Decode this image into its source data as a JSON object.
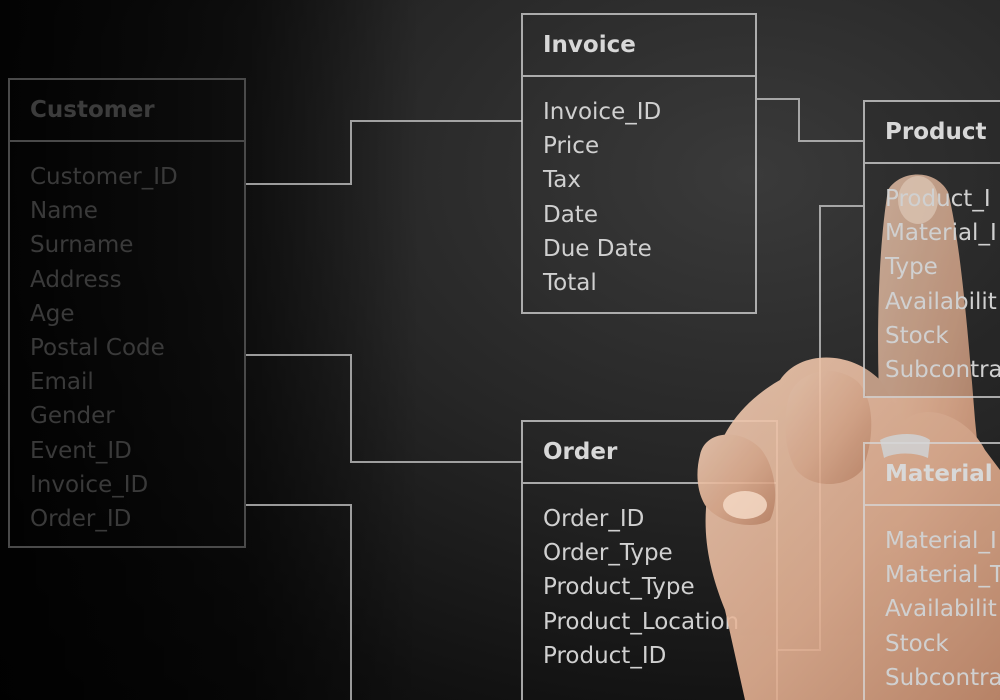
{
  "tables": {
    "customer": {
      "title": "Customer",
      "fields": [
        "Customer_ID",
        "Name",
        "Surname",
        "Address",
        "Age",
        "Postal Code",
        "Email",
        "Gender",
        "Event_ID",
        "Invoice_ID",
        "Order_ID"
      ]
    },
    "invoice": {
      "title": "Invoice",
      "fields": [
        "Invoice_ID",
        "Price",
        "Tax",
        "Date",
        "Due Date",
        "Total"
      ]
    },
    "order": {
      "title": "Order",
      "fields": [
        "Order_ID",
        "Order_Type",
        "Product_Type",
        "Product_Location",
        "Product_ID"
      ]
    },
    "product": {
      "title": "Product",
      "fields": [
        "Product_I",
        "Material_I",
        "Type",
        "Availabilit",
        "Stock",
        "Subcontra"
      ]
    },
    "material": {
      "title": "Material",
      "fields": [
        "Material_I",
        "Material_T",
        "Availabilit",
        "Stock",
        "Subcontra"
      ]
    }
  },
  "colors": {
    "line": "#d7d7d7",
    "skin": "#e7b79a",
    "background": "#1a1a1a"
  }
}
